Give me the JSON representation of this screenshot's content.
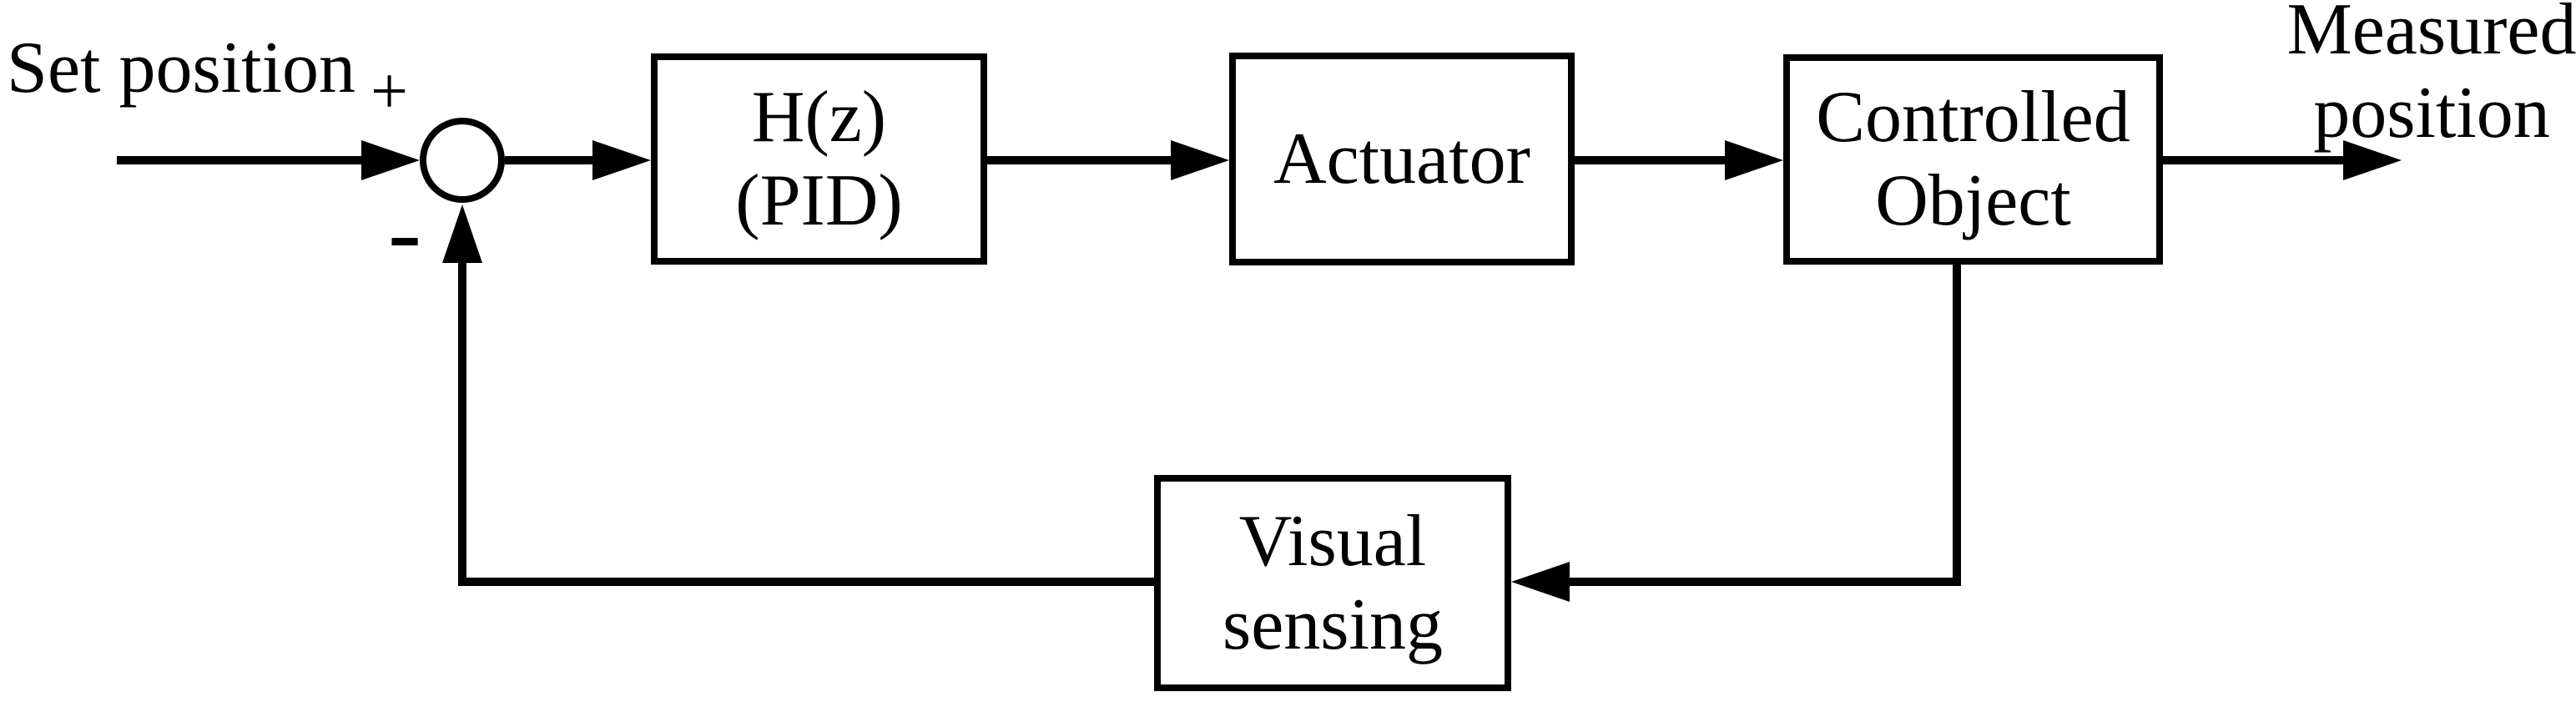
{
  "diagram": {
    "background": "#ffffff",
    "stroke_color": "#000000",
    "input_label": "Set position",
    "output_label": {
      "line1": "Measured",
      "line2": "position"
    },
    "summing_junction": {
      "plus": "+",
      "minus": "-"
    },
    "blocks": {
      "controller": {
        "line1": "H(z)",
        "line2": "(PID)"
      },
      "actuator": {
        "label": "Actuator"
      },
      "plant": {
        "line1": "Controlled",
        "line2": "Object"
      },
      "sensor": {
        "line1": "Visual",
        "line2": "sensing"
      }
    }
  }
}
